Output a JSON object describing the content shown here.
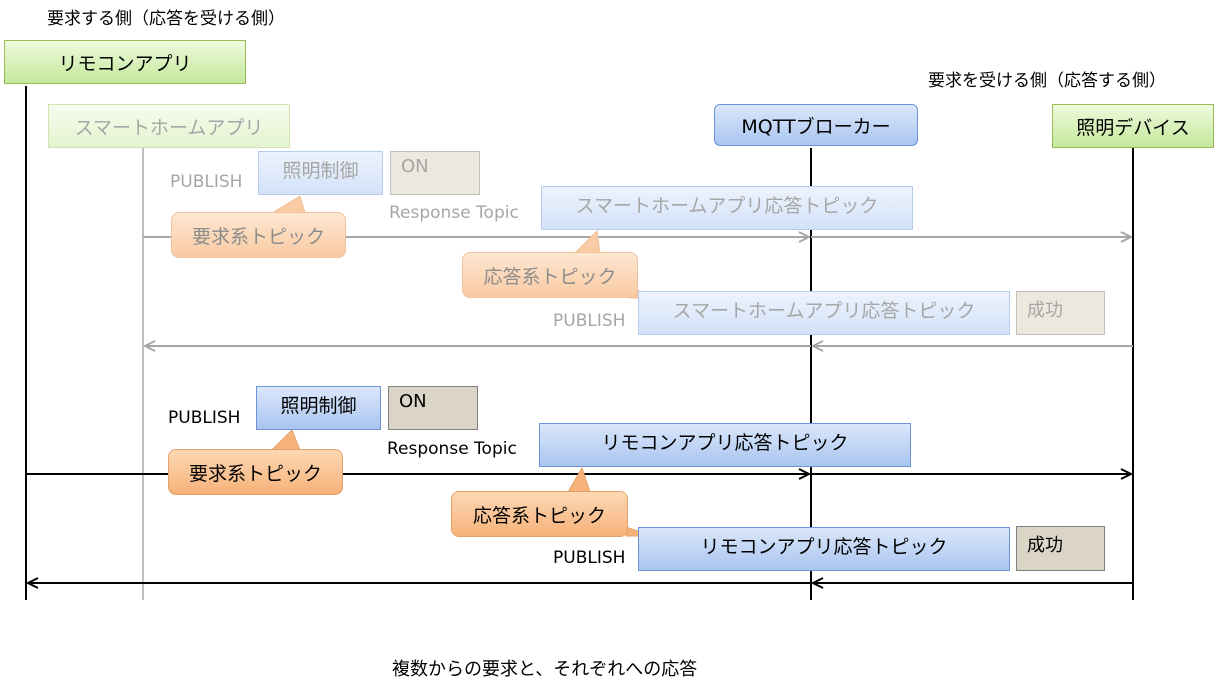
{
  "labels": {
    "requester_side": "要求する側（応答を受ける側）",
    "responder_side": "要求を受ける側（応答する側）",
    "caption": "複数からの要求と、それぞれへの応答"
  },
  "actors": {
    "remote_app": "リモコンアプリ",
    "smart_home_app": "スマートホームアプリ",
    "broker": "MQTTブローカー",
    "lighting_device": "照明デバイス"
  },
  "faded_flow": {
    "publish_label": "PUBLISH",
    "request_topic": "照明制御",
    "payload": "ON",
    "request_callout": "要求系トピック",
    "response_topic_label": "Response Topic",
    "response_topic": "スマートホームアプリ応答トピック",
    "response_callout": "応答系トピック",
    "reply_publish_label": "PUBLISH",
    "reply_topic": "スマートホームアプリ応答トピック",
    "reply_payload": "成功"
  },
  "active_flow": {
    "publish_label": "PUBLISH",
    "request_topic": "照明制御",
    "payload": "ON",
    "request_callout": "要求系トピック",
    "response_topic_label": "Response Topic",
    "response_topic": "リモコンアプリ応答トピック",
    "response_callout": "応答系トピック",
    "reply_publish_label": "PUBLISH",
    "reply_topic": "リモコンアプリ応答トピック",
    "reply_payload": "成功"
  }
}
